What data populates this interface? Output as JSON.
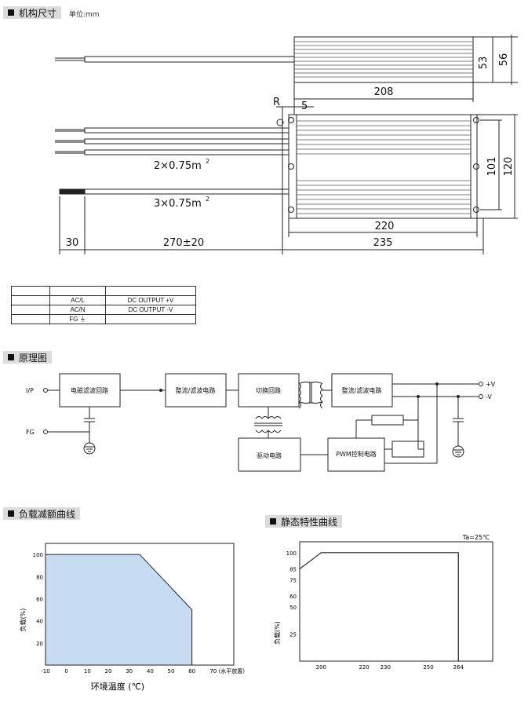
{
  "sections": {
    "mech": "机构尺寸",
    "unit": "单位:mm",
    "schematic": "原理图",
    "derating": "负载减额曲线",
    "static": "静态特性曲线"
  },
  "dims": {
    "d53": "53",
    "d56": "56",
    "d208": "208",
    "r": "R",
    "d5": "5",
    "wire2": "2×0.75m",
    "wire3": "3×0.75m",
    "sup": "2",
    "d101": "101",
    "d120": "120",
    "d220": "220",
    "d30": "30",
    "d270": "270±20",
    "d235": "235"
  },
  "connector": {
    "rows": [
      [
        "",
        "",
        ""
      ],
      [
        "",
        "AC/L",
        "DC OUTPUT +V"
      ],
      [
        "",
        "AC/N",
        "DC OUTPUT -V"
      ],
      [
        "",
        "FG ⏚",
        ""
      ]
    ]
  },
  "schematic": {
    "ip": "I/P",
    "fg": "FG",
    "emi": "电磁滤波回路",
    "rect1": "整流/滤波电路",
    "switch": "切换回路",
    "rect2": "整流/滤波电路",
    "drive": "驱动电路",
    "pwm": "PWM控制电路",
    "vplus": "+V",
    "vminus": "-V"
  },
  "derating_chart": {
    "type": "area",
    "x": [
      -10,
      35,
      60
    ],
    "y": [
      100,
      100,
      50
    ],
    "xticks": [
      "-10",
      "0",
      "10",
      "20",
      "30",
      "40",
      "50",
      "60",
      "70 (水平放置)"
    ],
    "yticks": [
      "100",
      "80",
      "60",
      "40",
      "20"
    ],
    "ylabel": "负载(%)",
    "xlabel": "环境温度 (℃)",
    "xlim": [
      -10,
      80
    ],
    "ylim": [
      0,
      110
    ],
    "fill_color": "#c7dcf2"
  },
  "static_chart": {
    "type": "line",
    "x": [
      190,
      200,
      264,
      264
    ],
    "y": [
      85,
      100,
      100,
      0
    ],
    "xticks": [
      "200",
      "220",
      "230",
      "250",
      "264"
    ],
    "xtick_values": [
      200,
      220,
      230,
      250,
      264
    ],
    "yticks": [
      "100",
      "85",
      "75",
      "60",
      "50",
      "25"
    ],
    "ylabel": "负载(%)",
    "annotation": "Ta=25℃",
    "xlim": [
      190,
      280
    ],
    "ylim": [
      0,
      110
    ]
  }
}
